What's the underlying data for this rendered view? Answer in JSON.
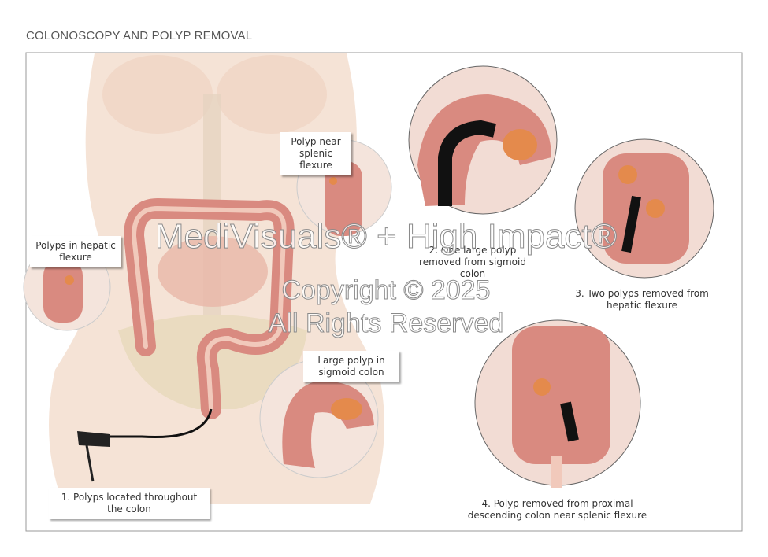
{
  "title": "COLONOSCOPY AND POLYP REMOVAL",
  "labels": {
    "splenic": "Polyp near splenic flexure",
    "hepatic": "Polyps in hepatic flexure",
    "sigmoid": "Large polyp in sigmoid colon",
    "step1": "1. Polyps located throughout the colon"
  },
  "captions": {
    "step2": "2. One large polyp removed from sigmoid colon",
    "step3": "3. Two polyps removed from hepatic flexure",
    "step4": "4. Polyp removed from proximal descending colon near splenic flexure"
  },
  "watermark": {
    "line1": "MediVisuals® + High Impact®",
    "line2": "Copyright © 2025",
    "line3": "All Rights Reserved"
  },
  "colors": {
    "colon": "#d98a80",
    "colon_inner": "#c9665f",
    "skin": "#f3dccd",
    "polyp": "#e48a4c",
    "scope": "#111111"
  }
}
